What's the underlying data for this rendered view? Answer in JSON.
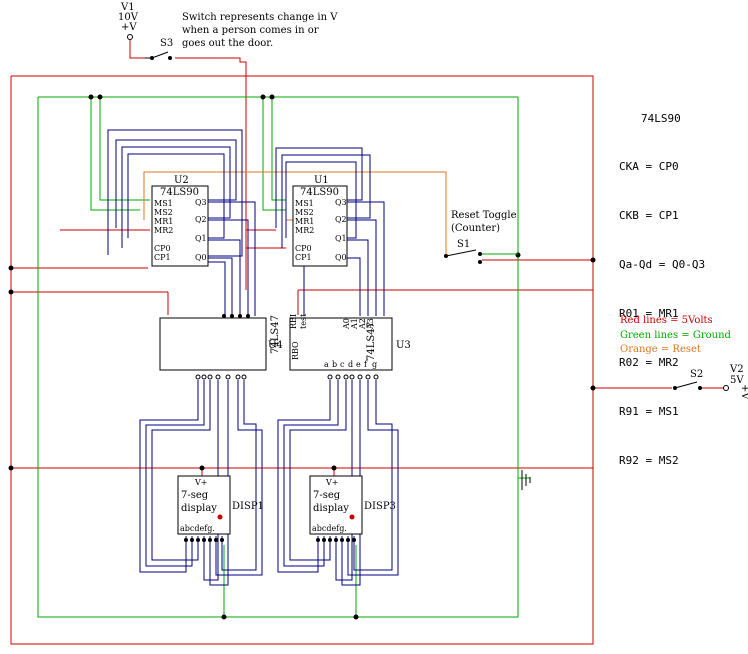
{
  "colors": {
    "power": "#cc0000",
    "ground": "#00aa00",
    "reset": "#dd7722",
    "signal": "#000080"
  },
  "sources": {
    "v1": {
      "name": "V1",
      "value": "10V",
      "sign": "+V"
    },
    "v2": {
      "name": "V2",
      "value": "5V",
      "sign": "+V"
    }
  },
  "note": "Switch represents change in  V when a person comes in or goes out the door.",
  "switches": {
    "s3": "S3",
    "s1": "S1",
    "s2": "S2",
    "reset_toggle": "Reset Toggle",
    "reset_toggle_sub": "(Counter)"
  },
  "counters": {
    "u2": {
      "ref": "U2",
      "part": "74LS90",
      "pins_left": [
        "MS1",
        "MS2",
        "MR1",
        "MR2",
        "CP0",
        "CP1"
      ],
      "pins_right": [
        "Q3",
        "Q2",
        "Q1",
        "Q0"
      ]
    },
    "u1": {
      "ref": "U1",
      "part": "74LS90",
      "pins_left": [
        "MS1",
        "MS2",
        "MR1",
        "MR2",
        "CP0",
        "CP1"
      ],
      "pins_right": [
        "Q3",
        "Q2",
        "Q1",
        "Q0"
      ]
    }
  },
  "decoders": {
    "u4": {
      "ref": "U4",
      "part": "74LS47"
    },
    "u3": {
      "ref": "U3",
      "part": "74LS47",
      "top_pins": [
        "RBI",
        "test",
        "A0",
        "A1",
        "A2",
        "A3"
      ],
      "bottom_pins": [
        "RBO",
        "a",
        "b",
        "c",
        "d",
        "e",
        "f",
        "g"
      ]
    }
  },
  "displays": {
    "disp1": {
      "ref": "DISP1",
      "vplus": "V+",
      "label1": "7-seg",
      "label2": "display",
      "segments": "abcdefg."
    },
    "disp3": {
      "ref": "DISP3",
      "vplus": "V+",
      "label1": "7-seg",
      "label2": "display",
      "segments": "abcdefg."
    }
  },
  "pin_map": {
    "title": "74LS90",
    "rows": [
      "CKA = CP0",
      "CKB = CP1",
      "Qa-Qd = Q0-Q3",
      "R01 = MR1",
      "R02 = MR2",
      "R91 = MS1",
      "R92 = MS2"
    ]
  },
  "legend": [
    {
      "text": "Red lines = 5Volts",
      "color": "#cc0000"
    },
    {
      "text": "Green lines = Ground",
      "color": "#00aa00"
    },
    {
      "text": "Orange = Reset",
      "color": "#dd7722"
    }
  ]
}
